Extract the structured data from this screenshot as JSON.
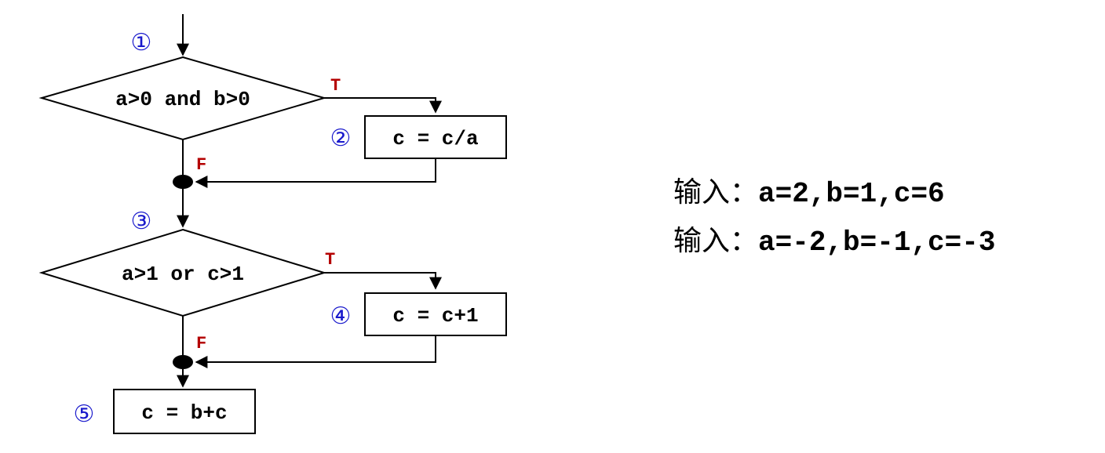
{
  "flowchart": {
    "decision1": {
      "condition": "a>0 and b>0",
      "true_label": "T",
      "false_label": "F"
    },
    "process2": {
      "text": "c = c/a"
    },
    "decision2": {
      "condition": "a>1 or c>1",
      "true_label": "T",
      "false_label": "F"
    },
    "process4": {
      "text": "c = c+1"
    },
    "process5": {
      "text": "c = b+c"
    },
    "markers": [
      "①",
      "②",
      "③",
      "④",
      "⑤"
    ]
  },
  "inputs": [
    {
      "label": "输入：",
      "values": "a=2,b=1,c=6"
    },
    {
      "label": "输入：",
      "values": "a=-2,b=-1,c=-3"
    }
  ],
  "colors": {
    "marker": "#1a1acc",
    "branch_label": "#b40000",
    "line": "#000000"
  }
}
